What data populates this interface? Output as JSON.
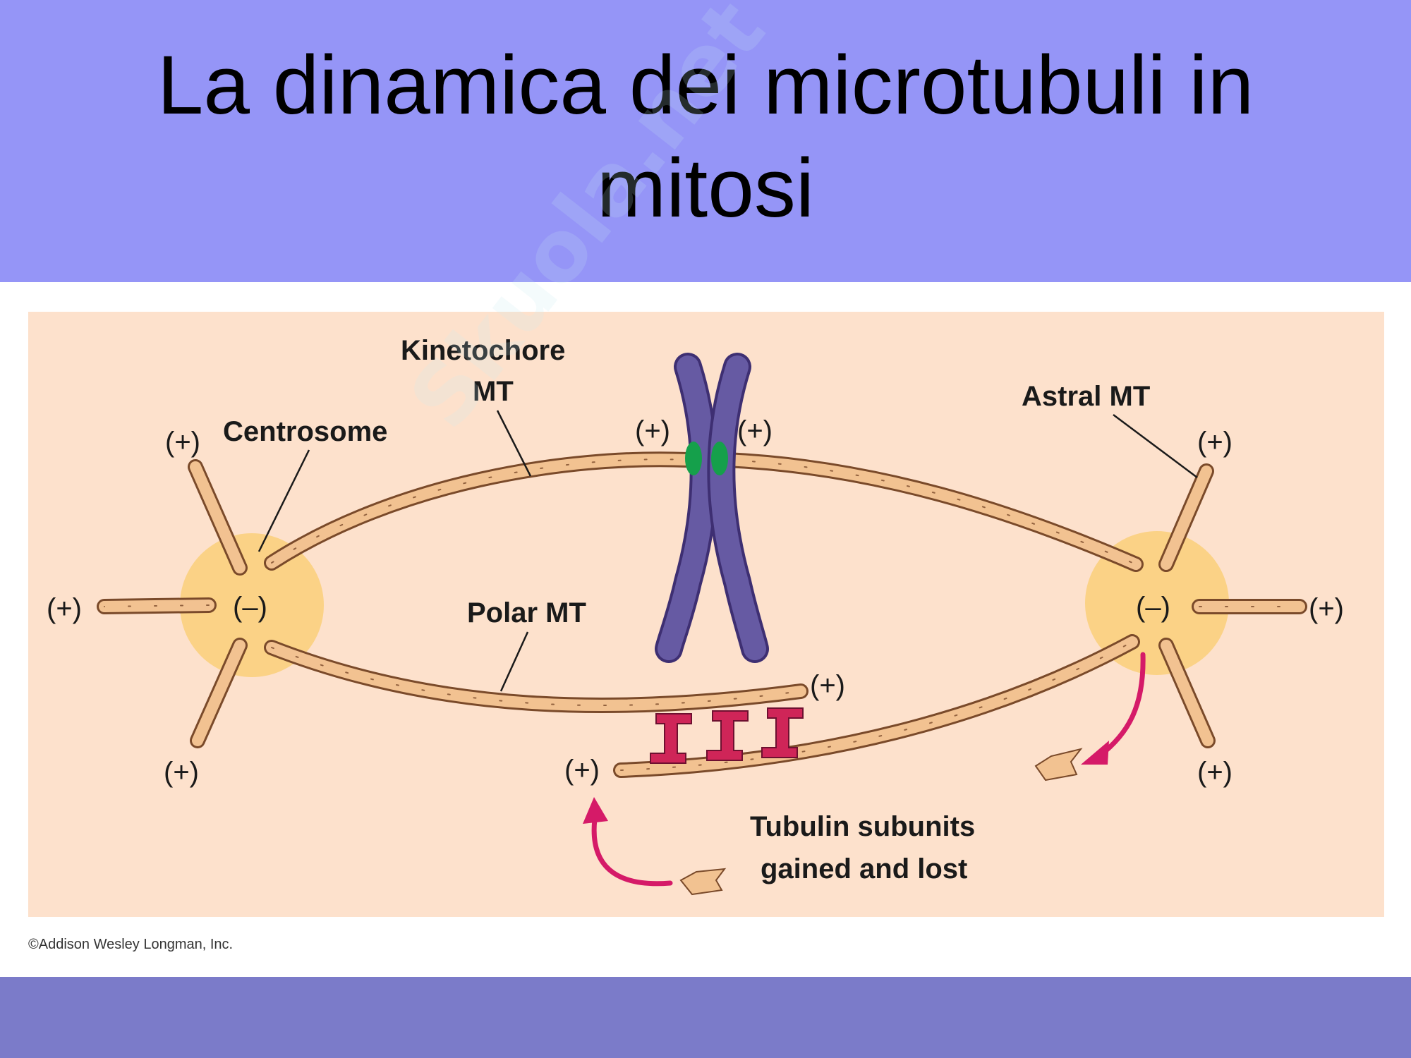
{
  "colors": {
    "header_bg": "#9595f7",
    "footer_bg": "#7b7bc9",
    "panel_bg": "#fde1cc",
    "microtubule_fill": "#f2c291",
    "microtubule_stroke": "#7a4a2a",
    "centrosome": "#fbd286",
    "chromosome": "#665aa3",
    "kinetochore": "#15a04b",
    "motor_protein": "#cf2558",
    "arrow": "#d51a68"
  },
  "title": "La dinamica dei microtubuli in mitosi",
  "watermark": "Skuola.net",
  "diagram": {
    "labels": {
      "kinetochore_mt": [
        "Kinetochore",
        "MT"
      ],
      "centrosome": "Centrosome",
      "astral_mt": "Astral MT",
      "polar_mt": "Polar MT",
      "tubulin": [
        "Tubulin subunits",
        "gained and lost"
      ]
    },
    "plus_sign": "(+)",
    "minus_sign": "(–)",
    "credit": "©Addison Wesley Longman, Inc."
  }
}
